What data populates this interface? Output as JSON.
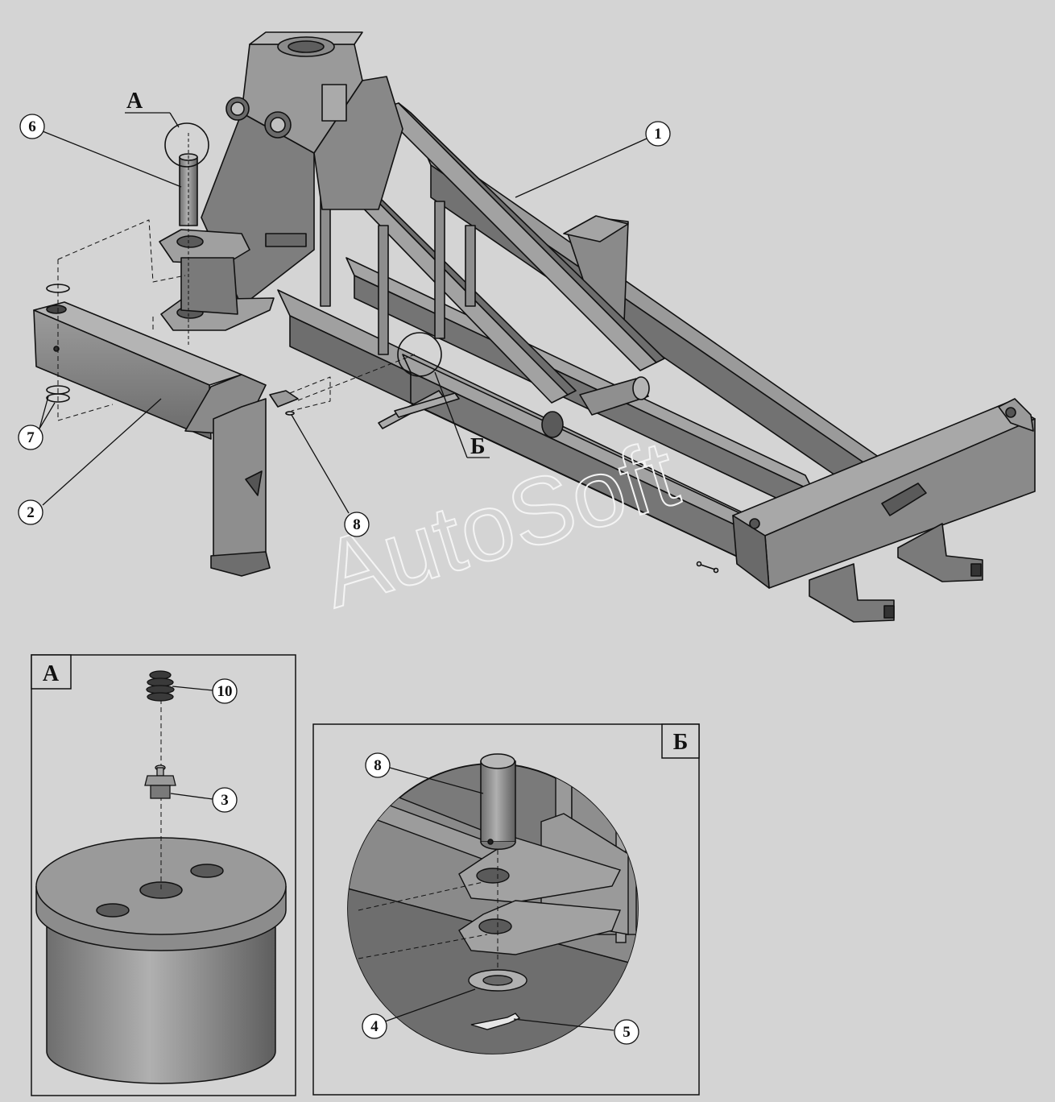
{
  "drawing": {
    "watermark": "AutoSoft",
    "view_a_label": "А",
    "view_b_label": "Б",
    "colors": {
      "background": "#d4d4d4",
      "steel": "#8a8a8a",
      "steel_dark": "#5a5a5a",
      "steel_light": "#a9a9a9",
      "outline": "#111111"
    }
  },
  "callouts": {
    "main": [
      {
        "number": "1"
      },
      {
        "number": "2"
      },
      {
        "number": "6"
      },
      {
        "number": "7"
      },
      {
        "number": "8"
      }
    ],
    "detail_a": [
      {
        "number": "10"
      },
      {
        "number": "3"
      }
    ],
    "detail_b": [
      {
        "number": "8"
      },
      {
        "number": "4"
      },
      {
        "number": "5"
      }
    ]
  }
}
